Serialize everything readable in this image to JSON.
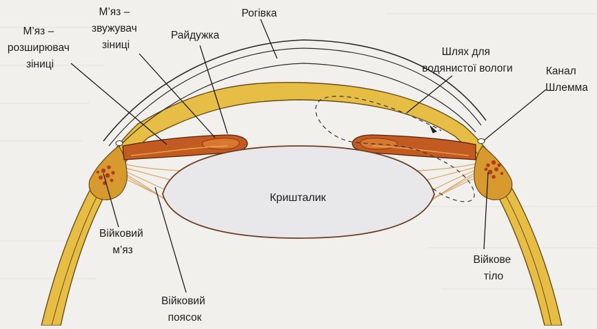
{
  "labels": {
    "dilator": [
      "М’яз –",
      "розширювач",
      "зіниці"
    ],
    "sphincter": [
      "М’яз –",
      "звужувач",
      "зіниці"
    ],
    "iris": [
      "Райдужка"
    ],
    "cornea": [
      "Рогівка"
    ],
    "aqueous_path": [
      "Шлях для",
      "водянистої вологи"
    ],
    "schlemm": [
      "Канал",
      "Шлемма"
    ],
    "lens": [
      "Кришталик"
    ],
    "ciliary_muscle": [
      "Війковий",
      "м’яз"
    ],
    "zonule": [
      "Війковий",
      "поясок"
    ],
    "ciliary_body": [
      "Війкове",
      "тіло"
    ]
  },
  "colors": {
    "background": "#f2f0ec",
    "sclera": "#e6bd45",
    "sclera_outline": "#6b4a12",
    "iris": "#c25b21",
    "iris_outline": "#5a1f08",
    "ciliary_body": "#d79a2e",
    "ciliary_vessels": "#b33a1a",
    "lens_fill": "#e8e8ea",
    "lens_outline": "#6a3f22",
    "zonule": "#d9a76a",
    "line": "#1a1a1a"
  }
}
